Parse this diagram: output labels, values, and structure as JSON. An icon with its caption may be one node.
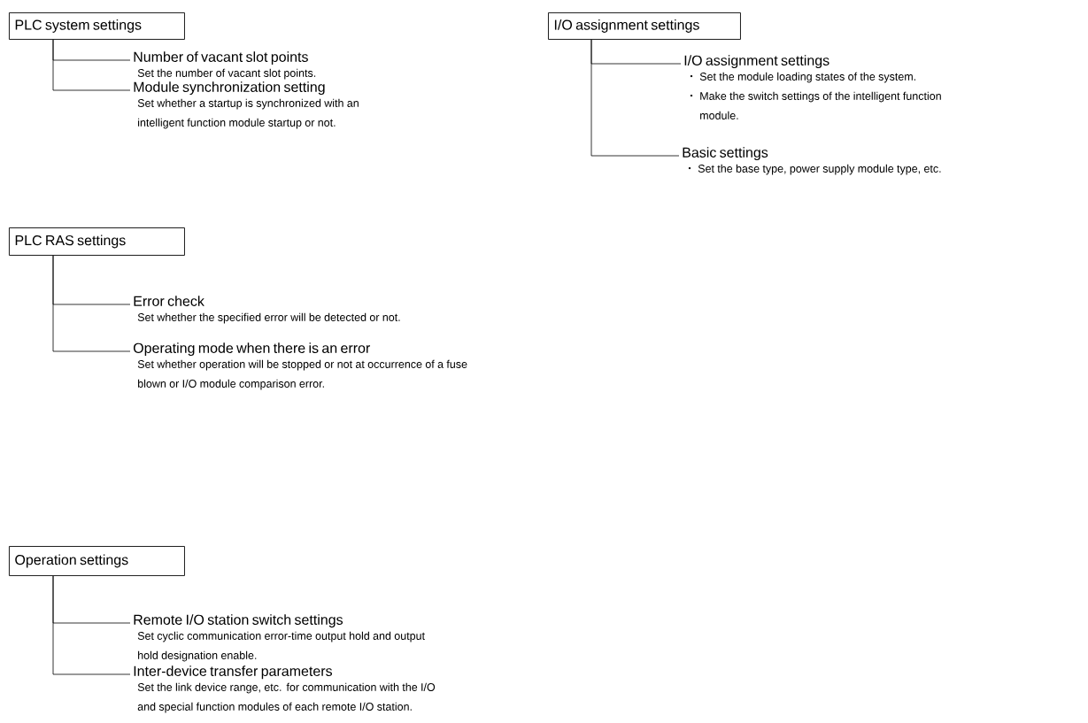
{
  "diagram": {
    "nodes": [
      {
        "text": [
          "PLC system settings"
        ]
      },
      {
        "text": [
          "Number of vacant slot points",
          "Set the number of vacant slot points."
        ]
      },
      {
        "text": [
          "Module synchronization setting",
          "Set whether a startup is synchronized with an intelligent function module startup or not."
        ]
      },
      {
        "text": [
          "I/O assignment settings"
        ]
      },
      {
        "text": [
          "I/O assignment settings",
          "Set the module loading states of the system.",
          "Make the switch settings of the intelligent function module."
        ]
      },
      {
        "text": [
          "Basic settings",
          "Set the base type, power supply module type, etc."
        ]
      },
      {
        "text": [
          "PLC RAS settings"
        ]
      },
      {
        "text": [
          "Error check",
          "Set whether the specified error will be detected or not."
        ]
      },
      {
        "text": [
          "Operating mode when there is an error",
          "Set whether operation will be stopped or not at occurrence of a fuse blown or I/O module comparison error."
        ]
      },
      {
        "text": [
          "Operation settings"
        ]
      },
      {
        "text": [
          "Remote I/O station switch settings",
          "Set cyclic communication error-time output hold and output hold designation enable."
        ]
      },
      {
        "text": [
          "Inter-device transfer parameters",
          "Set the link device range, etc. for communication with the I/O and special function modules of each remote I/O station."
        ]
      }
    ],
    "edges": [
      {
        "from": 0,
        "to": 1,
        "arrow": "none"
      },
      {
        "from": 0,
        "to": 2,
        "arrow": "none"
      },
      {
        "from": 3,
        "to": 4,
        "arrow": "none"
      },
      {
        "from": 3,
        "to": 5,
        "arrow": "none"
      },
      {
        "from": 6,
        "to": 7,
        "arrow": "none"
      },
      {
        "from": 6,
        "to": 8,
        "arrow": "none"
      },
      {
        "from": 9,
        "to": 10,
        "arrow": "none"
      },
      {
        "from": 9,
        "to": 11,
        "arrow": "none"
      }
    ]
  }
}
